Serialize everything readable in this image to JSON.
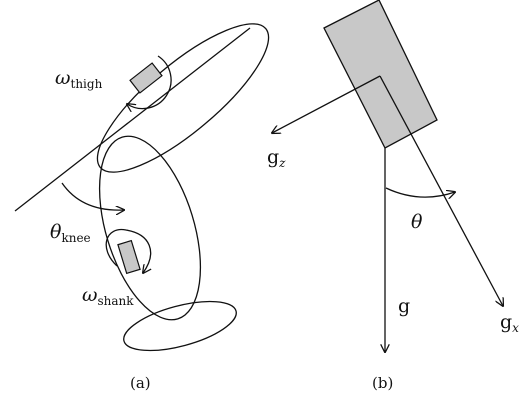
{
  "panel_a": {
    "caption": "(a)",
    "omega_thigh": {
      "symbol": "ω",
      "subscript": "thigh"
    },
    "theta_knee": {
      "symbol": "θ",
      "subscript": "knee"
    },
    "omega_shank": {
      "symbol": "ω",
      "subscript": "shank"
    }
  },
  "panel_b": {
    "caption": "(b)",
    "gz": {
      "symbol": "g",
      "subscript": "z"
    },
    "gx": {
      "symbol": "g",
      "subscript": "x"
    },
    "g": "g",
    "theta": "θ"
  },
  "colors": {
    "sensor_fill": "#c8c8c8",
    "line": "#111111"
  }
}
